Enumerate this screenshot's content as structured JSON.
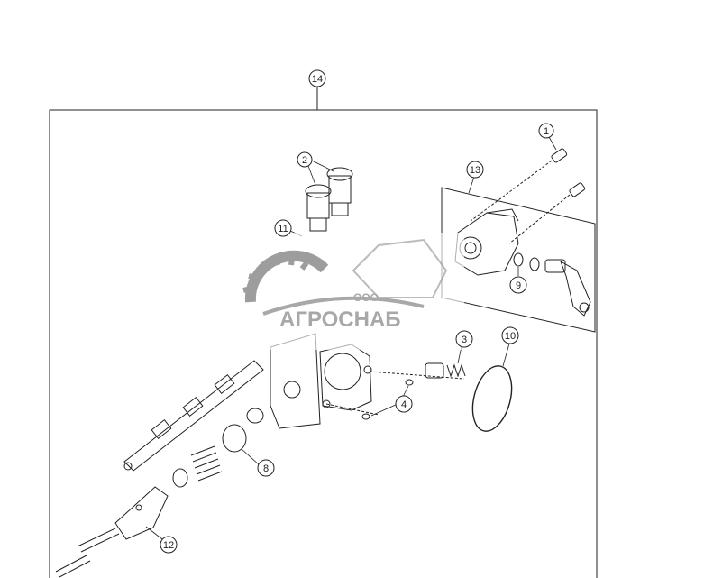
{
  "diagram": {
    "callouts": [
      {
        "id": "c1",
        "label": "1"
      },
      {
        "id": "c2",
        "label": "2"
      },
      {
        "id": "c3",
        "label": "3"
      },
      {
        "id": "c4",
        "label": "4"
      },
      {
        "id": "c8",
        "label": "8"
      },
      {
        "id": "c9",
        "label": "9"
      },
      {
        "id": "c10",
        "label": "10"
      },
      {
        "id": "c11",
        "label": "11"
      },
      {
        "id": "c12",
        "label": "12"
      },
      {
        "id": "c13",
        "label": "13"
      },
      {
        "id": "c14",
        "label": "14"
      }
    ]
  },
  "watermark": {
    "small_text": "ООО",
    "brand_text": "АГРОСНАБ"
  },
  "colors": {
    "line": "#222222",
    "watermark_gray": "#9a9a9a"
  }
}
